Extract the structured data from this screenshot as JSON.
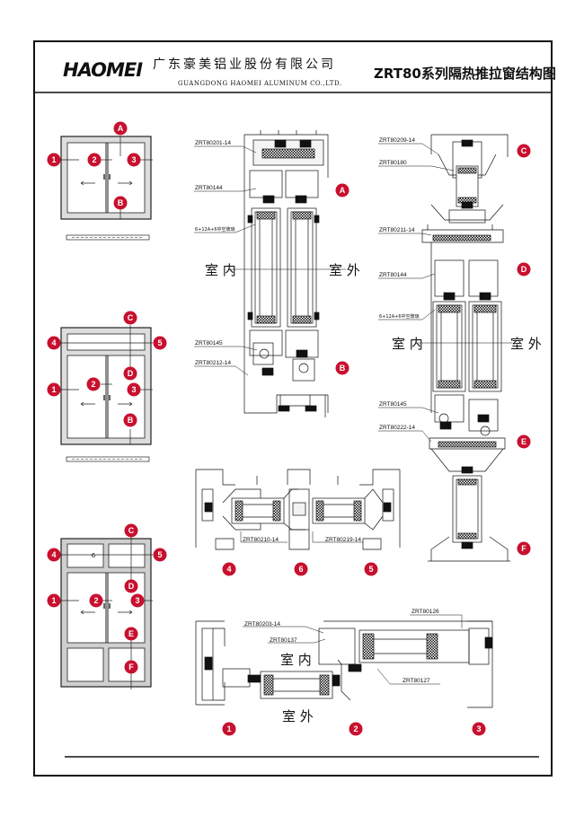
{
  "header": {
    "logo_text": "HAOMEI",
    "company_cn": "广东豪美铝业股份有限公司",
    "company_en": "GUANGDONG HAOMEI ALUMINUM CO.,LTD.",
    "title": "ZRT80系列隔热推拉窗结构图"
  },
  "colors": {
    "marker": "#c8102e",
    "line": "#111111",
    "gasket": "#1a1a1a"
  },
  "markers": {
    "m1": "1",
    "m2": "2",
    "m3": "3",
    "m4": "4",
    "m5": "5",
    "m6": "6",
    "A": "A",
    "B": "B",
    "C": "C",
    "D": "D",
    "E": "E",
    "F": "F"
  },
  "labels": {
    "zrt80201": "ZRT80201-14",
    "zrt80144": "ZRT80144",
    "glass_a": "6+12A+6中空玻璃",
    "zrt80145": "ZRT80145",
    "zrt80212": "ZRT80212-14",
    "zrt80209": "ZRT80209-14",
    "zrt80180": "ZRT80180",
    "zrt80211": "ZRT80211-14",
    "zrt80144b": "ZRT80144",
    "glass_b": "6+12A+6中空玻璃",
    "zrt80145b": "ZRT80145",
    "zrt80222": "ZRT80222-14",
    "zrt80210": "ZRT80210-14",
    "zrt80219": "ZRT80219-14",
    "zrt80203": "ZRT80203-14",
    "zrt80126": "ZRT80126",
    "zrt80137": "ZRT80137",
    "zrt80127": "ZRT80127"
  },
  "rooms": {
    "indoor": "室 内",
    "outdoor": "室 外"
  },
  "elevation_labels": {
    "six": "6"
  }
}
